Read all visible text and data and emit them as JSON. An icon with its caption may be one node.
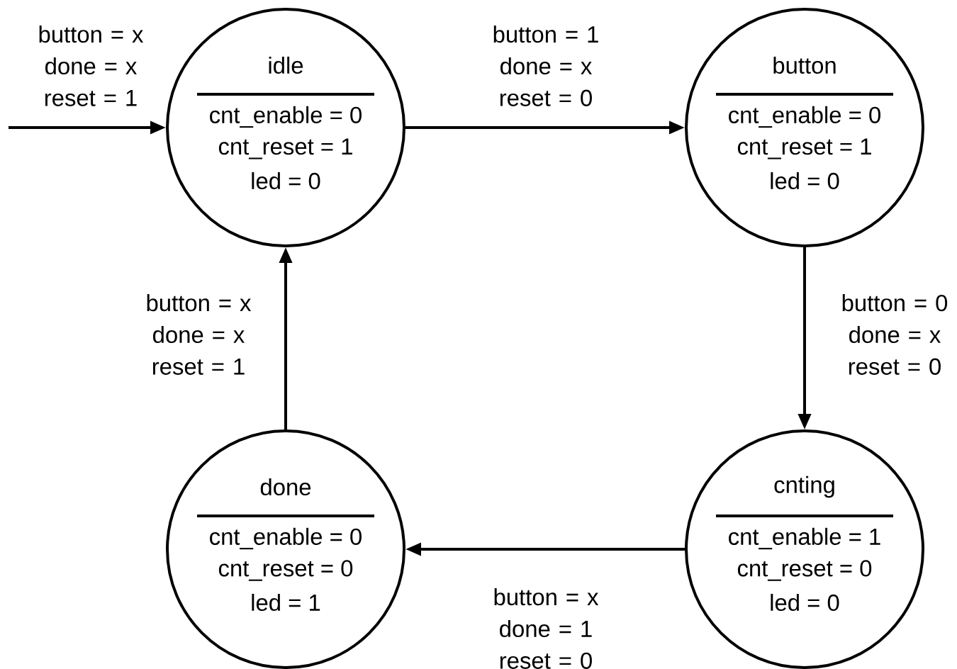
{
  "diagram": {
    "nodes": [
      {
        "text": [
          "idle",
          "cnt_enable = 0",
          "cnt_reset = 1",
          "led = 0"
        ]
      },
      {
        "text": [
          "button",
          "cnt_enable = 0",
          "cnt_reset = 1",
          "led = 0"
        ]
      },
      {
        "text": [
          "cnting",
          "cnt_enable = 1",
          "cnt_reset = 0",
          "led = 0"
        ]
      },
      {
        "text": [
          "done",
          "cnt_enable = 0",
          "cnt_reset = 0",
          "led = 1"
        ]
      }
    ],
    "edges": [
      {
        "from": null,
        "to": 0,
        "arrow": "to",
        "label": "button = x done = x reset = 1"
      },
      {
        "from": 0,
        "to": 1,
        "arrow": "to",
        "label": "button = 1 done = x reset = 0"
      },
      {
        "from": 1,
        "to": 2,
        "arrow": "to",
        "label": "button = 0 done = x reset = 0"
      },
      {
        "from": 2,
        "to": 3,
        "arrow": "to",
        "label": "button = x done = 1 reset = 0"
      },
      {
        "from": 3,
        "to": 0,
        "arrow": "to",
        "label": "button = x done = x reset = 1"
      }
    ]
  }
}
